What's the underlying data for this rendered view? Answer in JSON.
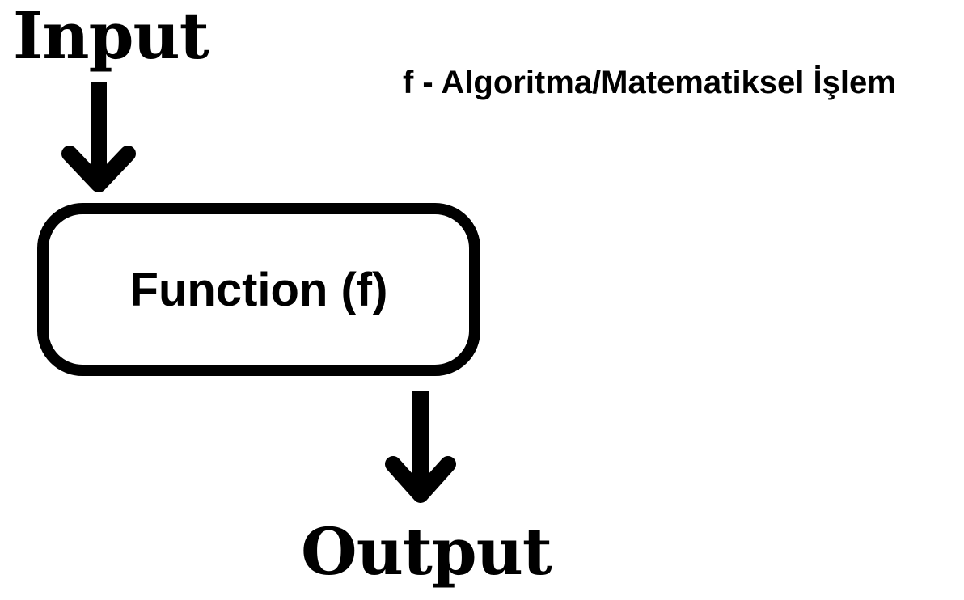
{
  "diagram": {
    "input_label": "Input",
    "output_label": "Output",
    "function_label": "Function (f)",
    "definition_label": "f - Algoritma/Matematiksel İşlem"
  },
  "colors": {
    "stroke": "#000000",
    "background": "#ffffff"
  }
}
